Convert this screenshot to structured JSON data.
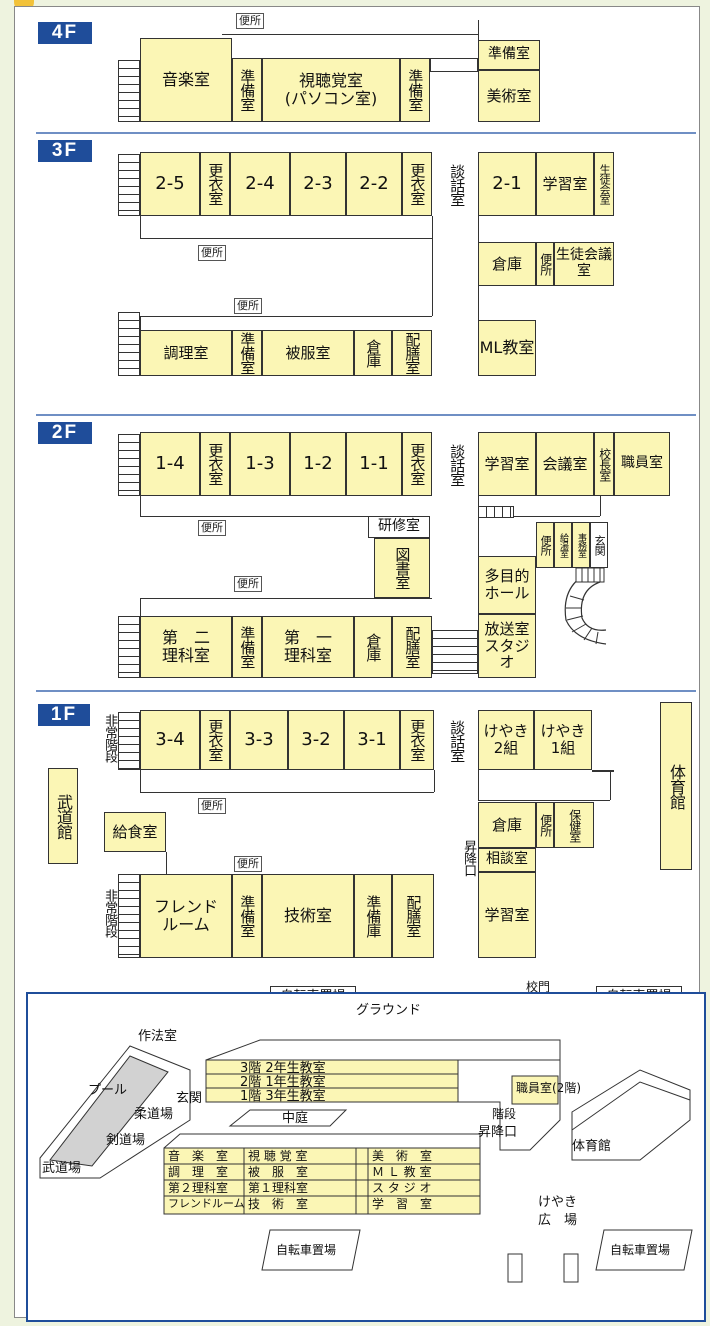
{
  "floors": {
    "f4": "4F",
    "f3": "3F",
    "f2": "2F",
    "f1": "1F"
  },
  "toilet": "便所",
  "rooms4": {
    "music": "音楽室",
    "prep": "準備室",
    "av": "視聴覚室",
    "av_sub": "(パソコン室)",
    "prep_r": "準備室",
    "art": "美術室",
    "toilet": "便所"
  },
  "rooms3": {
    "c25": "2-5",
    "change": "更衣室",
    "c24": "2-4",
    "c23": "2-3",
    "c22": "2-2",
    "change2": "更衣室",
    "talk": "談話室",
    "c21": "2-1",
    "study": "学習室",
    "council": "生徒会室",
    "storage": "倉庫",
    "toilet_r": "便所",
    "council_hall": "生徒会議室",
    "ml": "ML教室",
    "cooking": "調理室",
    "prep": "準備室",
    "sewing": "被服室",
    "storage2": "倉庫",
    "serving": "配膳室"
  },
  "rooms2": {
    "c14": "1-4",
    "change": "更衣室",
    "c13": "1-3",
    "c12": "1-2",
    "c11": "1-1",
    "change2": "更衣室",
    "talk": "談話室",
    "study": "学習室",
    "meeting": "会議室",
    "principal": "校長室",
    "staff": "職員室",
    "training": "研修室",
    "library": "図書室",
    "toilet_r": "便所",
    "kyushoku": "給湯室",
    "office": "事務室",
    "entrance": "玄関",
    "multi": "多目的ホール",
    "broadcast": "放送室スタジオ",
    "sci2_a": "第　二",
    "sci2_b": "理科室",
    "prep": "準備室",
    "sci1_a": "第　一",
    "sci1_b": "理科室",
    "storage": "倉庫",
    "serving": "配膳室"
  },
  "rooms1": {
    "emergency": "非常階段",
    "c34": "3-4",
    "change": "更衣室",
    "c33": "3-3",
    "c32": "3-2",
    "c31": "3-1",
    "change2": "更衣室",
    "talk": "談話室",
    "keyaki2": "けやき",
    "keyaki2b": "2組",
    "keyaki1": "けやき",
    "keyaki1b": "1組",
    "gym": "体育館",
    "budo": "武道館",
    "lunch": "給食室",
    "storage": "倉庫",
    "toilet_r": "便所",
    "health": "保健室",
    "lift": "昇降口",
    "consult": "相談室",
    "study": "学習室",
    "friend_a": "フレンド",
    "friend_b": "ルーム",
    "prep": "準備室",
    "tech": "技術室",
    "prep_store": "準備庫",
    "serving": "配膳室",
    "bike": "自転車置場",
    "gate": "校門",
    "bike2": "自転車置場"
  },
  "overview": {
    "ground": "グラウンド",
    "sahou": "作法室",
    "pool": "プール",
    "entrance": "玄関",
    "judo": "柔道場",
    "kendo": "剣道場",
    "budojo": "武道場",
    "f3": "3階 2年生教室",
    "f2": "2階 1年生教室",
    "f1": "1階 3年生教室",
    "staff": "職員室(2階)",
    "stairs": "階段",
    "lift": "昇降口",
    "gym": "体育館",
    "courtyard": "中庭",
    "keyaki": "けやき",
    "plaza": "広　場",
    "bike1": "自転車置場",
    "bike2": "自転車置場",
    "table": [
      [
        "音　楽　室",
        "視 聴 覚 室",
        "美　術　室"
      ],
      [
        "調　理　室",
        "被　服　室",
        "Ｍ Ｌ 教 室"
      ],
      [
        "第２理科室",
        "第１理科室",
        "ス タ ジ オ"
      ],
      [
        "フレンドルーム",
        "技　術　室",
        "学　習　室"
      ]
    ]
  },
  "colors": {
    "room": "#fbf6b5",
    "floor_label": "#1f4d9a",
    "separator": "#6f8fc4"
  }
}
